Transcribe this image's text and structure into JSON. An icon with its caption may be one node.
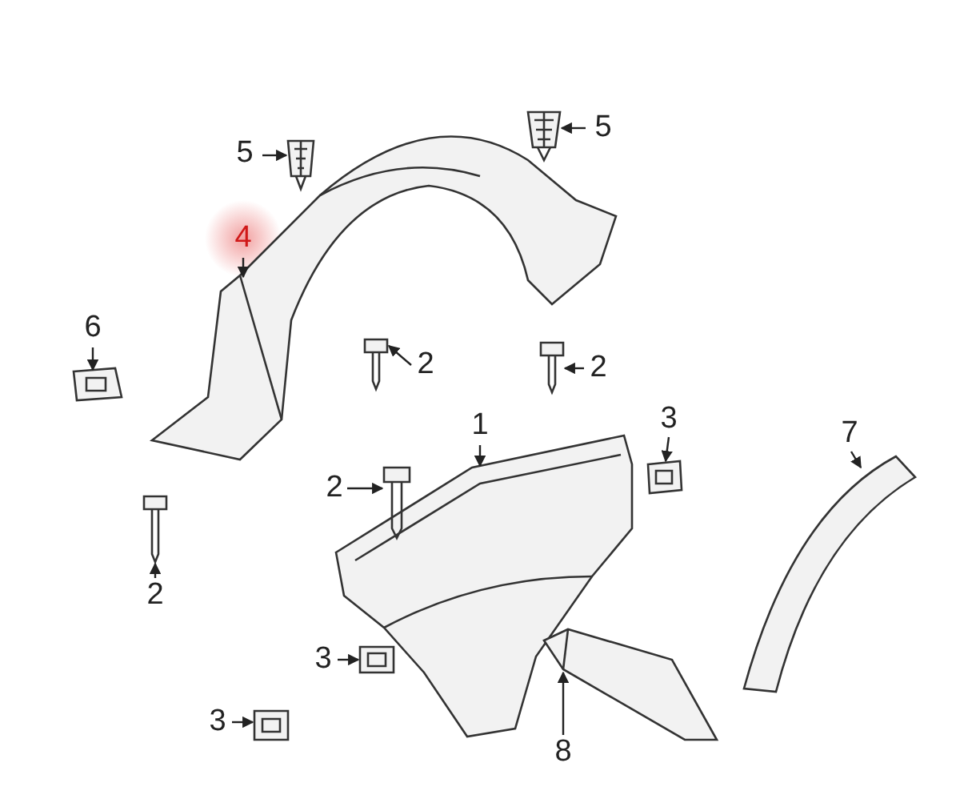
{
  "diagram": {
    "nodes": [
      {
        "text": [
          "5"
        ]
      },
      {
        "text": [
          "5"
        ]
      },
      {
        "text": [
          "4"
        ]
      },
      {
        "text": [
          "6"
        ]
      },
      {
        "text": [
          "2"
        ]
      },
      {
        "text": [
          "2"
        ]
      },
      {
        "text": [
          "1"
        ]
      },
      {
        "text": [
          "3"
        ]
      },
      {
        "text": [
          "7"
        ]
      },
      {
        "text": [
          "2"
        ]
      },
      {
        "text": [
          "2"
        ]
      },
      {
        "text": [
          "3"
        ]
      },
      {
        "text": [
          "8"
        ]
      },
      {
        "text": [
          "3"
        ]
      },
      {
        "text": [],
        "shape": "picture"
      },
      {
        "text": [],
        "shape": "picture"
      },
      {
        "text": [],
        "shape": "picture"
      },
      {
        "text": [],
        "shape": "picture"
      },
      {
        "text": [],
        "shape": "picture"
      },
      {
        "text": [],
        "shape": "picture"
      },
      {
        "text": [],
        "shape": "picture"
      },
      {
        "text": [],
        "shape": "picture"
      },
      {
        "text": [],
        "shape": "picture"
      },
      {
        "text": [],
        "shape": "picture"
      },
      {
        "text": [],
        "shape": "picture"
      },
      {
        "text": [],
        "shape": "picture"
      },
      {
        "text": [],
        "shape": "picture"
      },
      {
        "text": [],
        "shape": "picture"
      }
    ],
    "edges": [
      {
        "from": 0,
        "to": 14,
        "arrow": "to"
      },
      {
        "from": 1,
        "to": 15,
        "arrow": "to"
      },
      {
        "from": 2,
        "to": 16,
        "arrow": "to"
      },
      {
        "from": 3,
        "to": 17,
        "arrow": "to"
      },
      {
        "from": 4,
        "to": 18,
        "arrow": "to"
      },
      {
        "from": 5,
        "to": 19,
        "arrow": "to"
      },
      {
        "from": 6,
        "to": 20,
        "arrow": "to"
      },
      {
        "from": 7,
        "to": 21,
        "arrow": "to"
      },
      {
        "from": 8,
        "to": 22,
        "arrow": "to"
      },
      {
        "from": 9,
        "to": 23,
        "arrow": "to"
      },
      {
        "from": 10,
        "to": 24,
        "arrow": "to"
      },
      {
        "from": 11,
        "to": 25,
        "arrow": "to"
      },
      {
        "from": 12,
        "to": 26,
        "arrow": "to"
      },
      {
        "from": 13,
        "to": 27,
        "arrow": "to"
      }
    ]
  }
}
